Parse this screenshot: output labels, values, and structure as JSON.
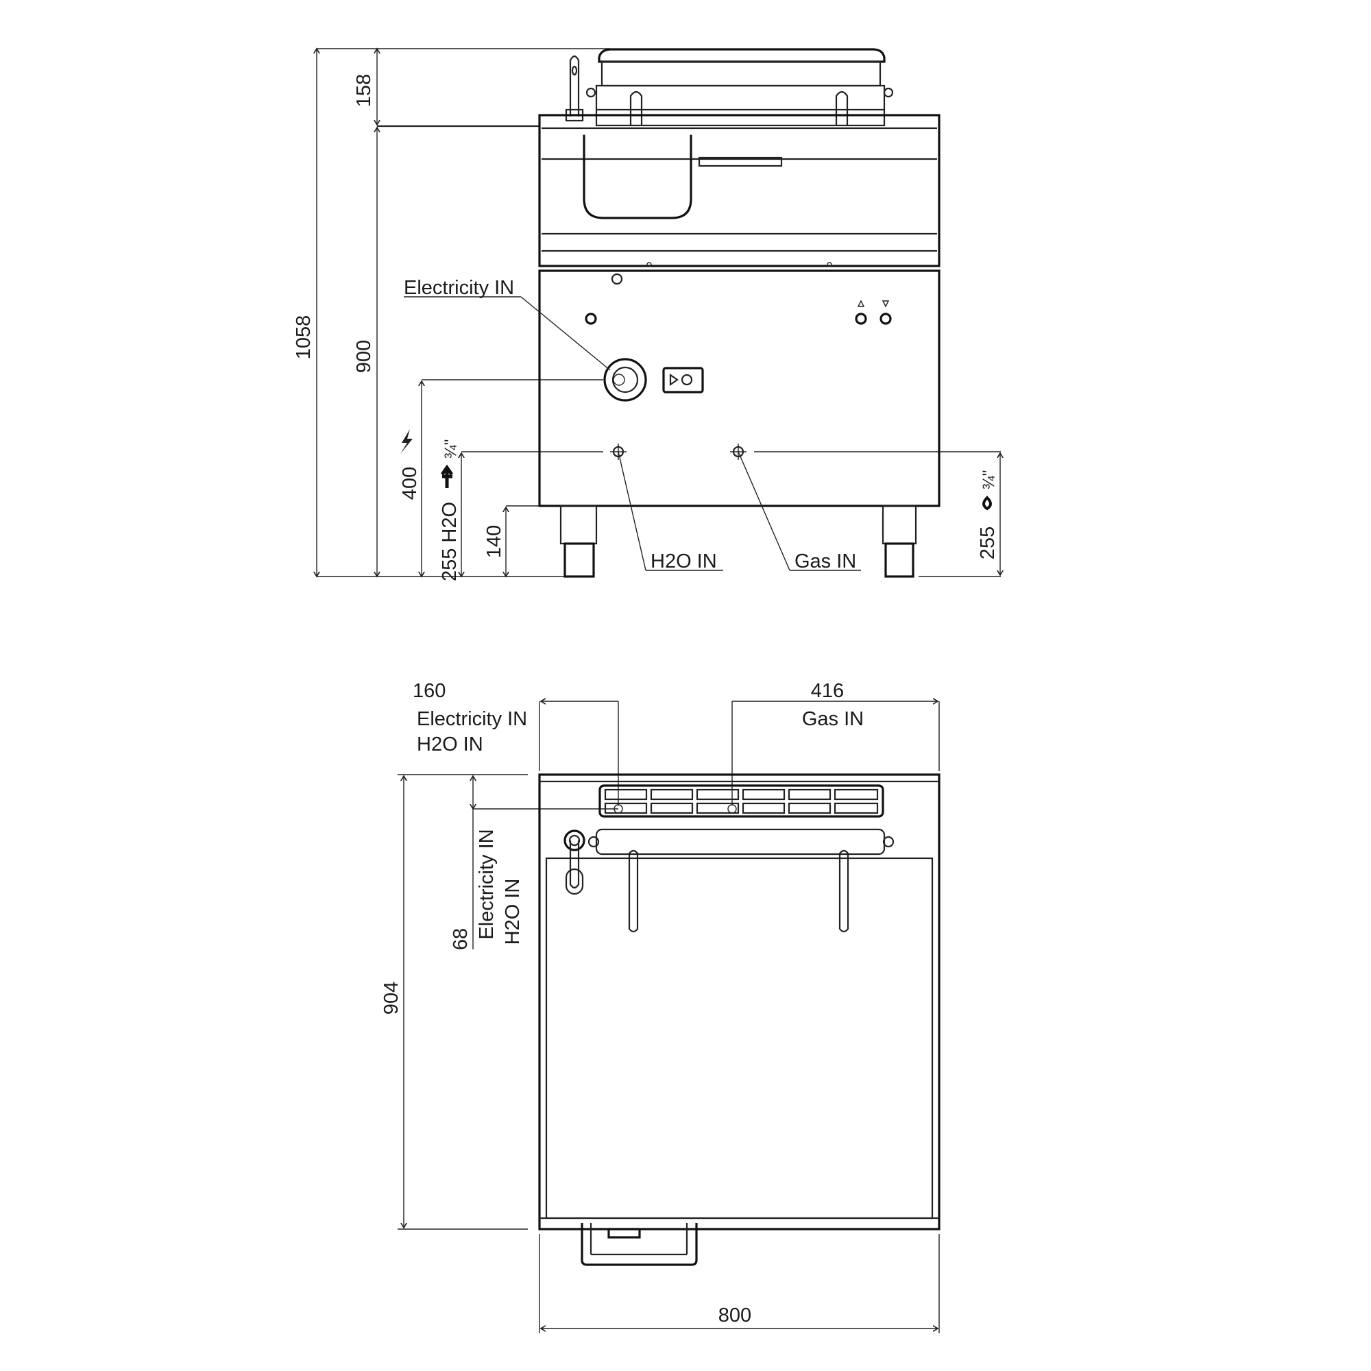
{
  "front_view": {
    "dim_total_height": "1058",
    "dim_lid_height": "158",
    "dim_body_height": "900",
    "dim_electricity_height": "400",
    "dim_h2o_height": "255 H2O",
    "dim_h2o_size": "¾\"",
    "dim_leg_height": "140",
    "dim_gas_height": "255",
    "dim_gas_size": "¾\"",
    "label_electricity": "Electricity IN",
    "label_h2o": "H2O IN",
    "label_gas": "Gas IN"
  },
  "top_view": {
    "dim_electricity_offset": "160",
    "label_electricity": "Electricity IN",
    "label_h2o": "H2O IN",
    "dim_gas_offset": "416",
    "label_gas": "Gas IN",
    "dim_depth_offset": "68",
    "label_side_electricity": "Electricity IN",
    "label_side_h2o": "H2O IN",
    "dim_depth": "904",
    "dim_width": "800"
  },
  "colors": {
    "line": "#222222",
    "background": "#ffffff"
  }
}
